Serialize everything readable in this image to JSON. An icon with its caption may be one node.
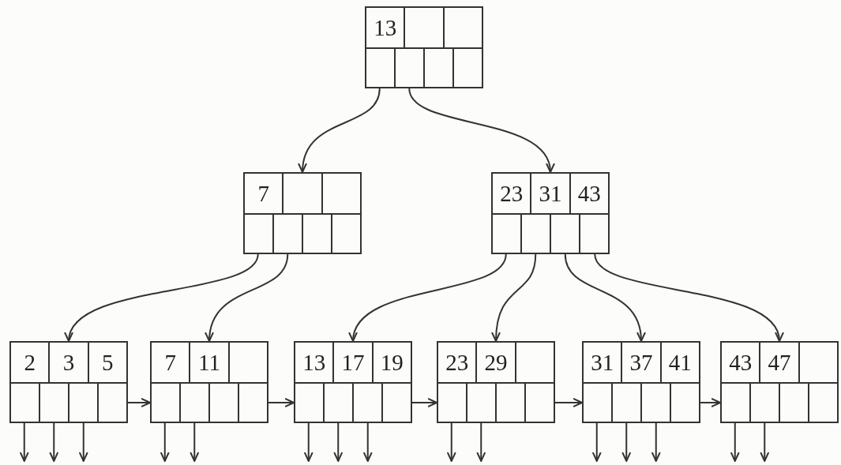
{
  "diagram": {
    "nodes": [
      {
        "text": [
          "13"
        ]
      },
      {
        "text": [
          "7"
        ]
      },
      {
        "text": [
          "23",
          "31",
          "43"
        ]
      },
      {
        "text": [
          "2",
          "3",
          "5"
        ]
      },
      {
        "text": [
          "7",
          "11"
        ]
      },
      {
        "text": [
          "13",
          "17",
          "19"
        ]
      },
      {
        "text": [
          "23",
          "29"
        ]
      },
      {
        "text": [
          "31",
          "37",
          "41"
        ]
      },
      {
        "text": [
          "43",
          "47"
        ]
      }
    ],
    "edges": [
      {
        "from": 0,
        "to": 1,
        "arrow": "to"
      },
      {
        "from": 0,
        "to": 2,
        "arrow": "to"
      },
      {
        "from": 1,
        "to": 3,
        "arrow": "to"
      },
      {
        "from": 1,
        "to": 4,
        "arrow": "to"
      },
      {
        "from": 2,
        "to": 5,
        "arrow": "to"
      },
      {
        "from": 2,
        "to": 6,
        "arrow": "to"
      },
      {
        "from": 2,
        "to": 7,
        "arrow": "to"
      },
      {
        "from": 2,
        "to": 8,
        "arrow": "to"
      },
      {
        "from": 3,
        "to": 4,
        "arrow": "to"
      },
      {
        "from": 4,
        "to": 5,
        "arrow": "to"
      },
      {
        "from": 5,
        "to": 6,
        "arrow": "to"
      },
      {
        "from": 6,
        "to": 7,
        "arrow": "to"
      },
      {
        "from": 7,
        "to": 8,
        "arrow": "to"
      },
      {
        "from": 3,
        "to": null,
        "arrow": "to"
      },
      {
        "from": 3,
        "to": null,
        "arrow": "to"
      },
      {
        "from": 3,
        "to": null,
        "arrow": "to"
      },
      {
        "from": 4,
        "to": null,
        "arrow": "to"
      },
      {
        "from": 4,
        "to": null,
        "arrow": "to"
      },
      {
        "from": 5,
        "to": null,
        "arrow": "to"
      },
      {
        "from": 5,
        "to": null,
        "arrow": "to"
      },
      {
        "from": 5,
        "to": null,
        "arrow": "to"
      },
      {
        "from": 6,
        "to": null,
        "arrow": "to"
      },
      {
        "from": 6,
        "to": null,
        "arrow": "to"
      },
      {
        "from": 7,
        "to": null,
        "arrow": "to"
      },
      {
        "from": 7,
        "to": null,
        "arrow": "to"
      },
      {
        "from": 7,
        "to": null,
        "arrow": "to"
      },
      {
        "from": 8,
        "to": null,
        "arrow": "to"
      },
      {
        "from": 8,
        "to": null,
        "arrow": "to"
      }
    ]
  }
}
